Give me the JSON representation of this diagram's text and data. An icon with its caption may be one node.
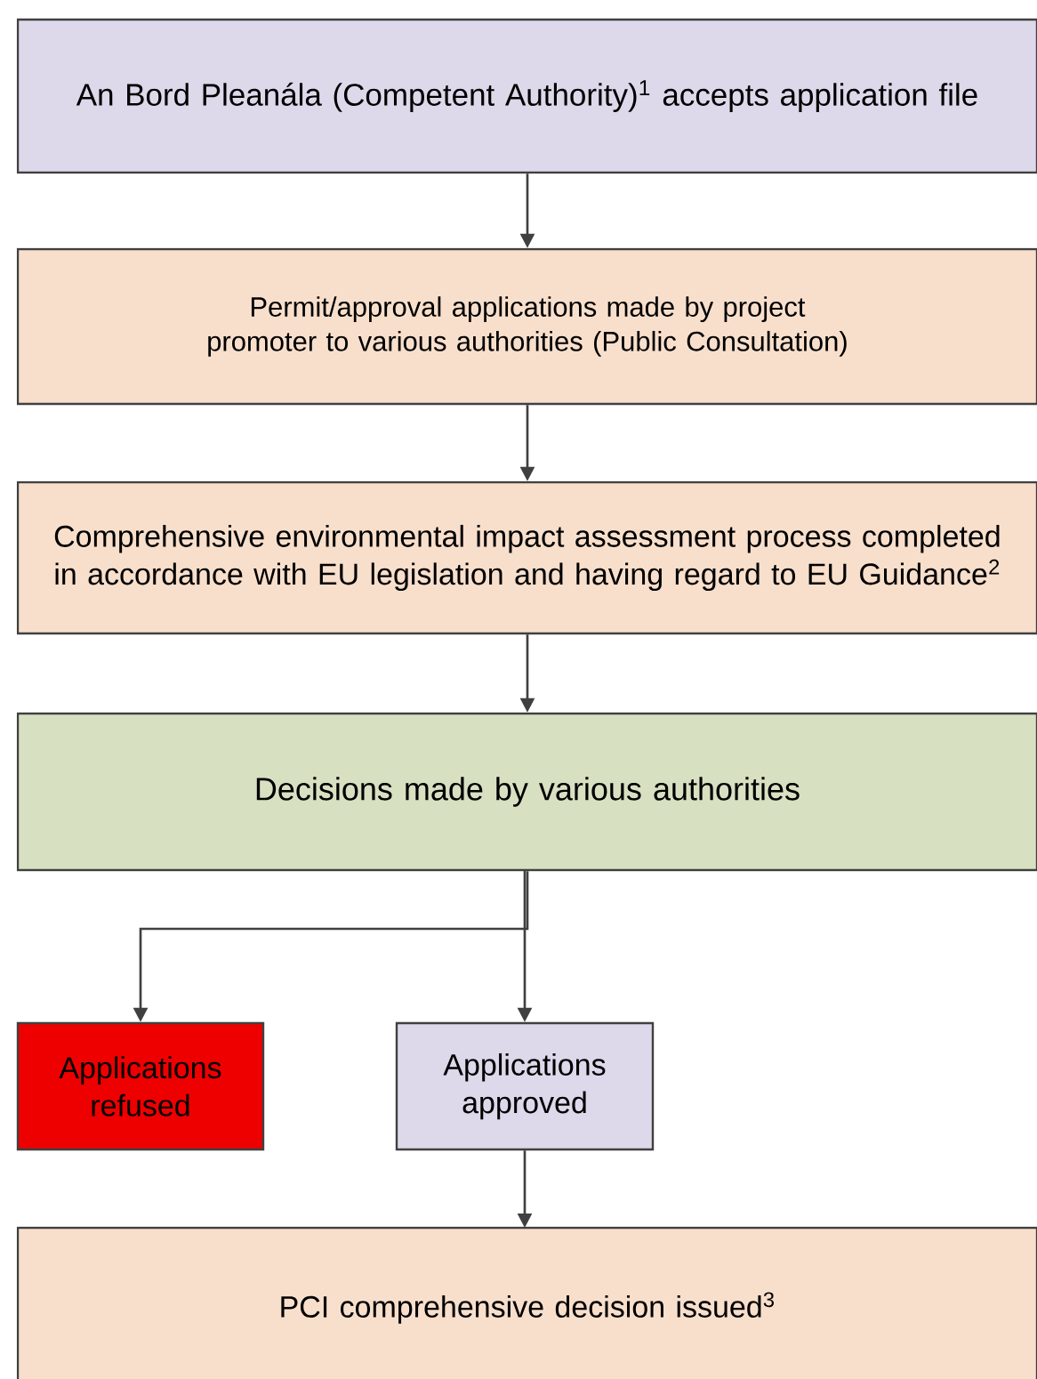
{
  "diagram": {
    "nodes": [
      {
        "text": [
          "An Bord Pleanála (Competent Authority)$^{1}$ accepts application file"
        ]
      },
      {
        "text": [
          "Permit/approval applications made by project promoter to various authorities (Public Consultation)"
        ]
      },
      {
        "text": [
          "Comprehensive environmental impact assessment process completed in accordance with EU legislation and having regard to EU Guidance$^{2}$"
        ]
      },
      {
        "text": [
          "Decisions made by various authorities"
        ]
      },
      {
        "text": [
          "Applications refused"
        ]
      },
      {
        "text": [
          "Applications approved"
        ]
      },
      {
        "text": [
          "PCI comprehensive decision issued$^{3}$"
        ]
      }
    ],
    "edges": [
      {
        "from": 0,
        "to": 1,
        "arrow": "to"
      },
      {
        "from": 1,
        "to": 2,
        "arrow": "to"
      },
      {
        "from": 2,
        "to": 3,
        "arrow": "to"
      },
      {
        "from": 3,
        "to": 4,
        "arrow": "to"
      },
      {
        "from": 3,
        "to": 5,
        "arrow": "to"
      },
      {
        "from": 5,
        "to": 6,
        "arrow": "to"
      }
    ]
  }
}
